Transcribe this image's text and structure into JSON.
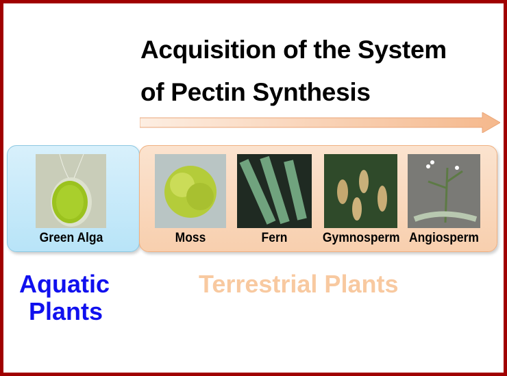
{
  "title": {
    "line1": "Acquisition of the System",
    "line2": "of Pectin Synthesis"
  },
  "arrow_color": "#f6bf97",
  "organisms": [
    {
      "label": "Green Alga"
    },
    {
      "label": "Moss"
    },
    {
      "label": "Fern"
    },
    {
      "label": "Gymnosperm"
    },
    {
      "label": "Angiosperm"
    }
  ],
  "groups": {
    "aquatic": {
      "line1": "Aquatic",
      "line2": "Plants",
      "color": "#1010ee"
    },
    "terrestrial": {
      "label": "Terrestrial Plants",
      "color": "#f8c9a0"
    }
  }
}
